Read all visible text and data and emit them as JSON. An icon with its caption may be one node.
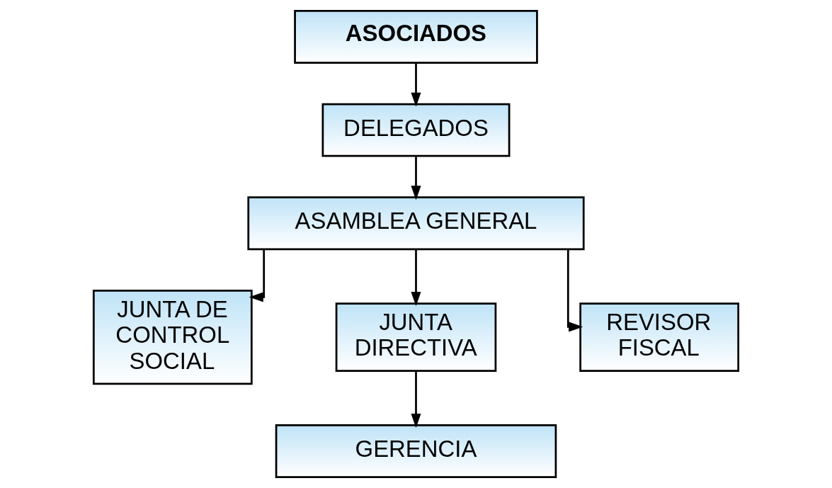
{
  "diagram": {
    "nodes": [
      {
        "text": [
          "ASOCIADOS"
        ]
      },
      {
        "text": [
          "DELEGADOS"
        ]
      },
      {
        "text": [
          "ASAMBLEA GENERAL"
        ]
      },
      {
        "text": [
          "JUNTA DE CONTROL SOCIAL"
        ]
      },
      {
        "text": [
          "JUNTA DIRECTIVA"
        ]
      },
      {
        "text": [
          "REVISOR FISCAL"
        ]
      },
      {
        "text": [
          "GERENCIA"
        ]
      }
    ],
    "edges": [
      {
        "from": 0,
        "to": 1,
        "arrow": "to"
      },
      {
        "from": 1,
        "to": 2,
        "arrow": "to"
      },
      {
        "from": 2,
        "to": 3,
        "arrow": "to"
      },
      {
        "from": 2,
        "to": 4,
        "arrow": "to"
      },
      {
        "from": 2,
        "to": 5,
        "arrow": "to"
      },
      {
        "from": 4,
        "to": 6,
        "arrow": "to"
      }
    ]
  }
}
